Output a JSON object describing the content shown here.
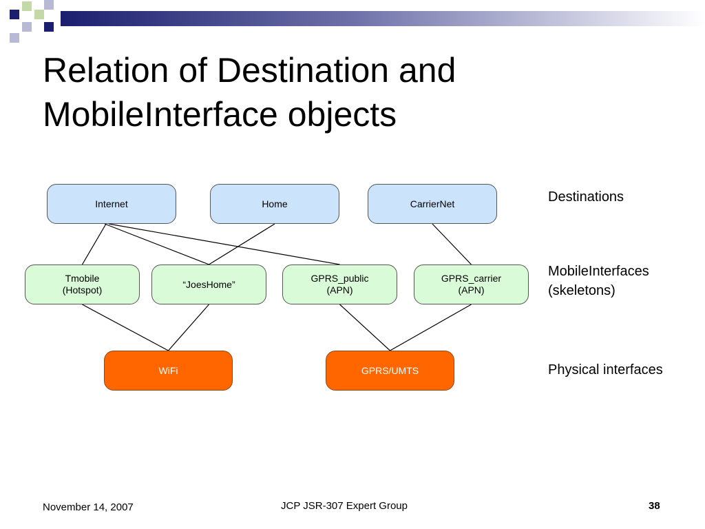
{
  "title": {
    "line1": "Relation of Destination and",
    "line2": "MobileInterface objects"
  },
  "diagram": {
    "destinations": [
      {
        "id": "internet",
        "label": "Internet"
      },
      {
        "id": "home",
        "label": "Home"
      },
      {
        "id": "carriernet",
        "label": "CarrierNet"
      }
    ],
    "mobile_interfaces": [
      {
        "id": "tmobile",
        "label_line1": "Tmobile",
        "label_line2": "(Hotspot)"
      },
      {
        "id": "joeshome",
        "label_line1": "“JoesHome”",
        "label_line2": ""
      },
      {
        "id": "gprs_public",
        "label_line1": "GPRS_public",
        "label_line2": "(APN)"
      },
      {
        "id": "gprs_carrier",
        "label_line1": "GPRS_carrier",
        "label_line2": "(APN)"
      }
    ],
    "physical_interfaces": [
      {
        "id": "wifi",
        "label": "WiFi"
      },
      {
        "id": "gprs_umts",
        "label": "GPRS/UMTS"
      }
    ],
    "edges": [
      [
        "internet",
        "tmobile"
      ],
      [
        "internet",
        "joeshome"
      ],
      [
        "internet",
        "gprs_public"
      ],
      [
        "home",
        "joeshome"
      ],
      [
        "carriernet",
        "gprs_carrier"
      ],
      [
        "tmobile",
        "wifi"
      ],
      [
        "joeshome",
        "wifi"
      ],
      [
        "gprs_public",
        "gprs_umts"
      ],
      [
        "gprs_carrier",
        "gprs_umts"
      ]
    ]
  },
  "layers": {
    "destinations": "Destinations",
    "mobile_interfaces_line1": "MobileInterfaces",
    "mobile_interfaces_line2": "(skeletons)",
    "physical": "Physical interfaces"
  },
  "footer": {
    "date": "November 14, 2007",
    "group": "JCP JSR-307 Expert Group",
    "page": "38"
  },
  "colors": {
    "destination_fill": "#cce4fb",
    "mobile_interface_fill": "#d9fbd8",
    "physical_fill": "#ff6600",
    "header_bar": "#1c1f6e"
  }
}
